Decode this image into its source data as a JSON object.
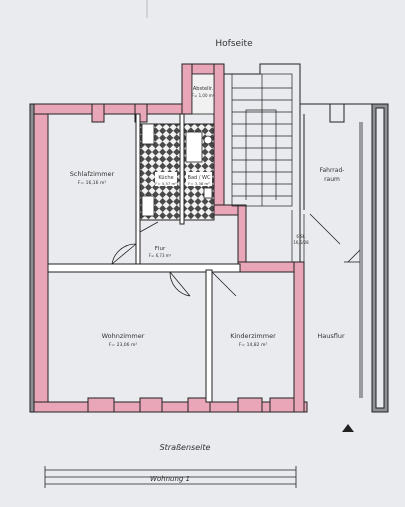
{
  "labels": {
    "top_side": "Hofseite",
    "bottom_side": "Straßenseite",
    "apartment": "Wohnung 1"
  },
  "rooms": {
    "abstell": {
      "name": "Abstellr.",
      "area": "F= 1,00 m²"
    },
    "schlaf": {
      "name": "Schlafzimmer",
      "area": "F= 16,16 m²"
    },
    "kueche": {
      "name": "Küche",
      "area": "F= 5,57 m²"
    },
    "bad": {
      "name": "Bad / WC",
      "area": "F= 3,38 m²"
    },
    "flur": {
      "name": "Flur",
      "area": "F= 6,73 m²"
    },
    "fahrrad": {
      "name1": "Fahrrad-",
      "name2": "raum"
    },
    "wohn": {
      "name": "Wohnzimmer",
      "area": "F= 23,06 m²"
    },
    "kinder": {
      "name": "Kinderzimmer",
      "area": "F= 14,82 m²"
    },
    "hausflur": {
      "name": "Hausflur"
    }
  },
  "stair": {
    "note1": "6 St.",
    "note2": "16,5/28"
  },
  "colors": {
    "wall_fill": "#e8a6b8",
    "line": "#222222",
    "paper": "#e9ebee"
  }
}
